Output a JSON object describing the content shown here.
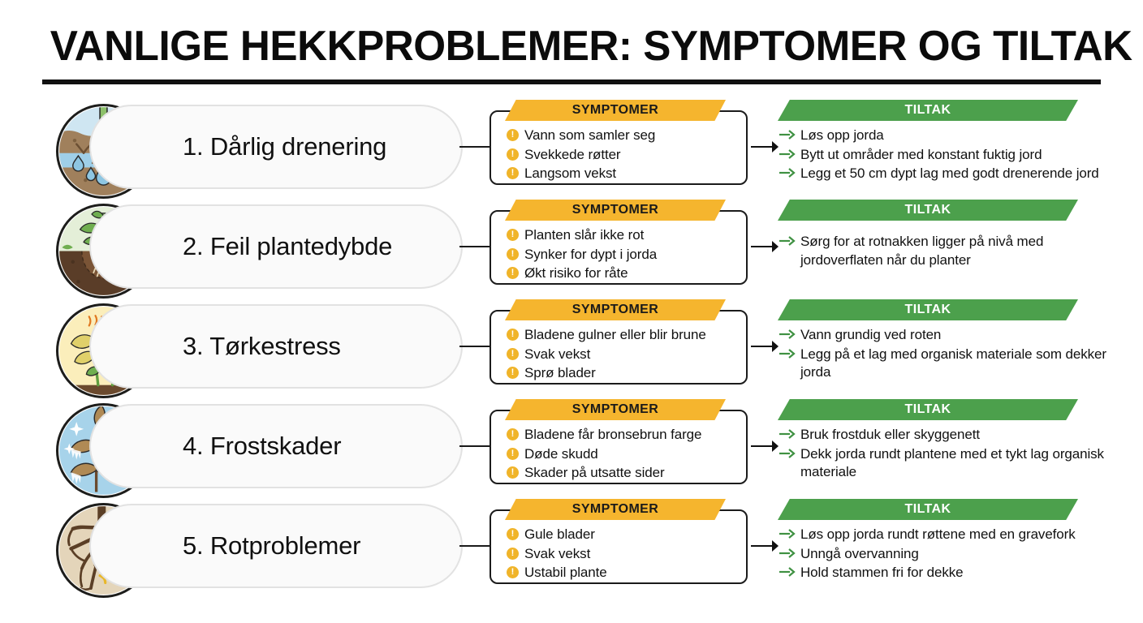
{
  "header": {
    "title": "VANLIGE HEKKPROBLEMER: SYMPTOMER OG TILTAK"
  },
  "colors": {
    "symptom_banner": "#F5B52E",
    "action_banner": "#4CA04C",
    "bullet_warning": "#F0B429",
    "arrow_green": "#3F9142",
    "text": "#111111"
  },
  "labels": {
    "symptoms_heading": "SYMPTOMER",
    "actions_heading": "TILTAK"
  },
  "rows": [
    {
      "icon": "poor-drainage-icon",
      "title": "1. Dårlig drenering",
      "symptoms_heading": "SYMPTOMER",
      "symptoms": [
        "Vann som samler seg",
        "Svekkede røtter",
        "Langsom vekst"
      ],
      "actions_heading": "TILTAK",
      "actions": [
        "Løs opp jorda",
        "Bytt ut områder med konstant fuktig jord",
        "Legg et 50 cm dypt lag med godt drenerende jord"
      ]
    },
    {
      "icon": "planting-depth-icon",
      "title": "2. Feil plantedybde",
      "symptoms_heading": "SYMPTOMER",
      "symptoms": [
        "Planten slår ikke rot",
        "Synker for dypt i jorda",
        "Økt risiko for råte"
      ],
      "actions_heading": "TILTAK",
      "actions": [
        "Sørg for at rotnakken ligger på nivå med jordoverflaten når du planter"
      ]
    },
    {
      "icon": "drought-stress-icon",
      "title": "3. Tørkestress",
      "symptoms_heading": "SYMPTOMER",
      "symptoms": [
        "Bladene gulner eller blir brune",
        "Svak vekst",
        "Sprø blader"
      ],
      "actions_heading": "TILTAK",
      "actions": [
        "Vann grundig ved roten",
        "Legg på et lag med organisk materiale som dekker jorda"
      ]
    },
    {
      "icon": "frost-damage-icon",
      "title": "4. Frostskader",
      "symptoms_heading": "SYMPTOMER",
      "symptoms": [
        "Bladene får bronsebrun farge",
        "Døde skudd",
        "Skader på utsatte sider"
      ],
      "actions_heading": "TILTAK",
      "actions": [
        "Bruk frostduk eller skyggenett",
        "Dekk jorda rundt plantene med et tykt lag organisk materiale"
      ]
    },
    {
      "icon": "root-problems-icon",
      "title": "5. Rotproblemer",
      "symptoms_heading": "SYMPTOMER",
      "symptoms": [
        "Gule blader",
        "Svak vekst",
        "Ustabil plante"
      ],
      "actions_heading": "TILTAK",
      "actions": [
        "Løs opp jorda rundt røttene med en gravefork",
        "Unngå overvanning",
        "Hold stammen fri for dekke"
      ]
    }
  ]
}
